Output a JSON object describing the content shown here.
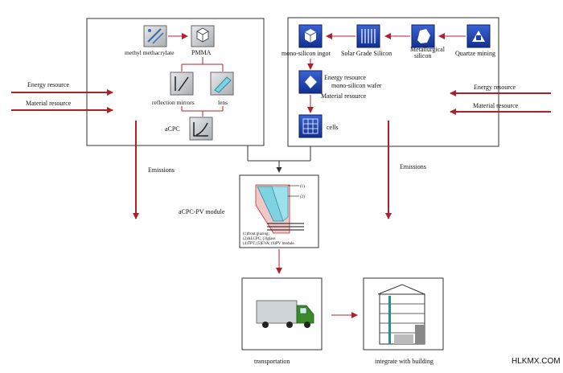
{
  "left_box": {
    "methyl_label": "methyl methacrylate",
    "pmma_label": "PMMA",
    "mirrors_label": "reflection mirrors",
    "lens_label": "lens",
    "acpc_label": "aCPC"
  },
  "right_box": {
    "ingot_label": "mono-silicon ingot",
    "solar_label": "Solar Grade Silicon",
    "metallurgical_label_1": "Metallurgical",
    "metallurgical_label_2": "silicon",
    "quartz_label": "Quartze mining",
    "energy_inside_label": "Energy resource",
    "wafer_label": "mono-silicon wafer",
    "material_inside_label": "Material resource",
    "cells_label": "cells"
  },
  "inputs": {
    "left_energy": "Energy resource",
    "left_material": "Material resource",
    "right_energy": "Energy resource",
    "right_material": "Material resource"
  },
  "emissions": {
    "left": "Emissions",
    "right": "Emissions"
  },
  "module": {
    "label": "aCPC-PV module",
    "legend_1": "(1)front glazing;",
    "legend_2": "(2)ALCPC; (3)glass",
    "legend_3": "(4)TPT; (5)EVA; (6)PV module.",
    "callout_1": "(1)",
    "callout_2": "(2)"
  },
  "transport": {
    "label": "transportation"
  },
  "building": {
    "label": "integrate with building"
  },
  "watermark": "HLKMX.COM",
  "colors": {
    "arrow_red": "#b0202a",
    "icon_blue": "#1c3fa8",
    "icon_grey": "#c8cdd0",
    "truck_green": "#3a8a2a"
  }
}
